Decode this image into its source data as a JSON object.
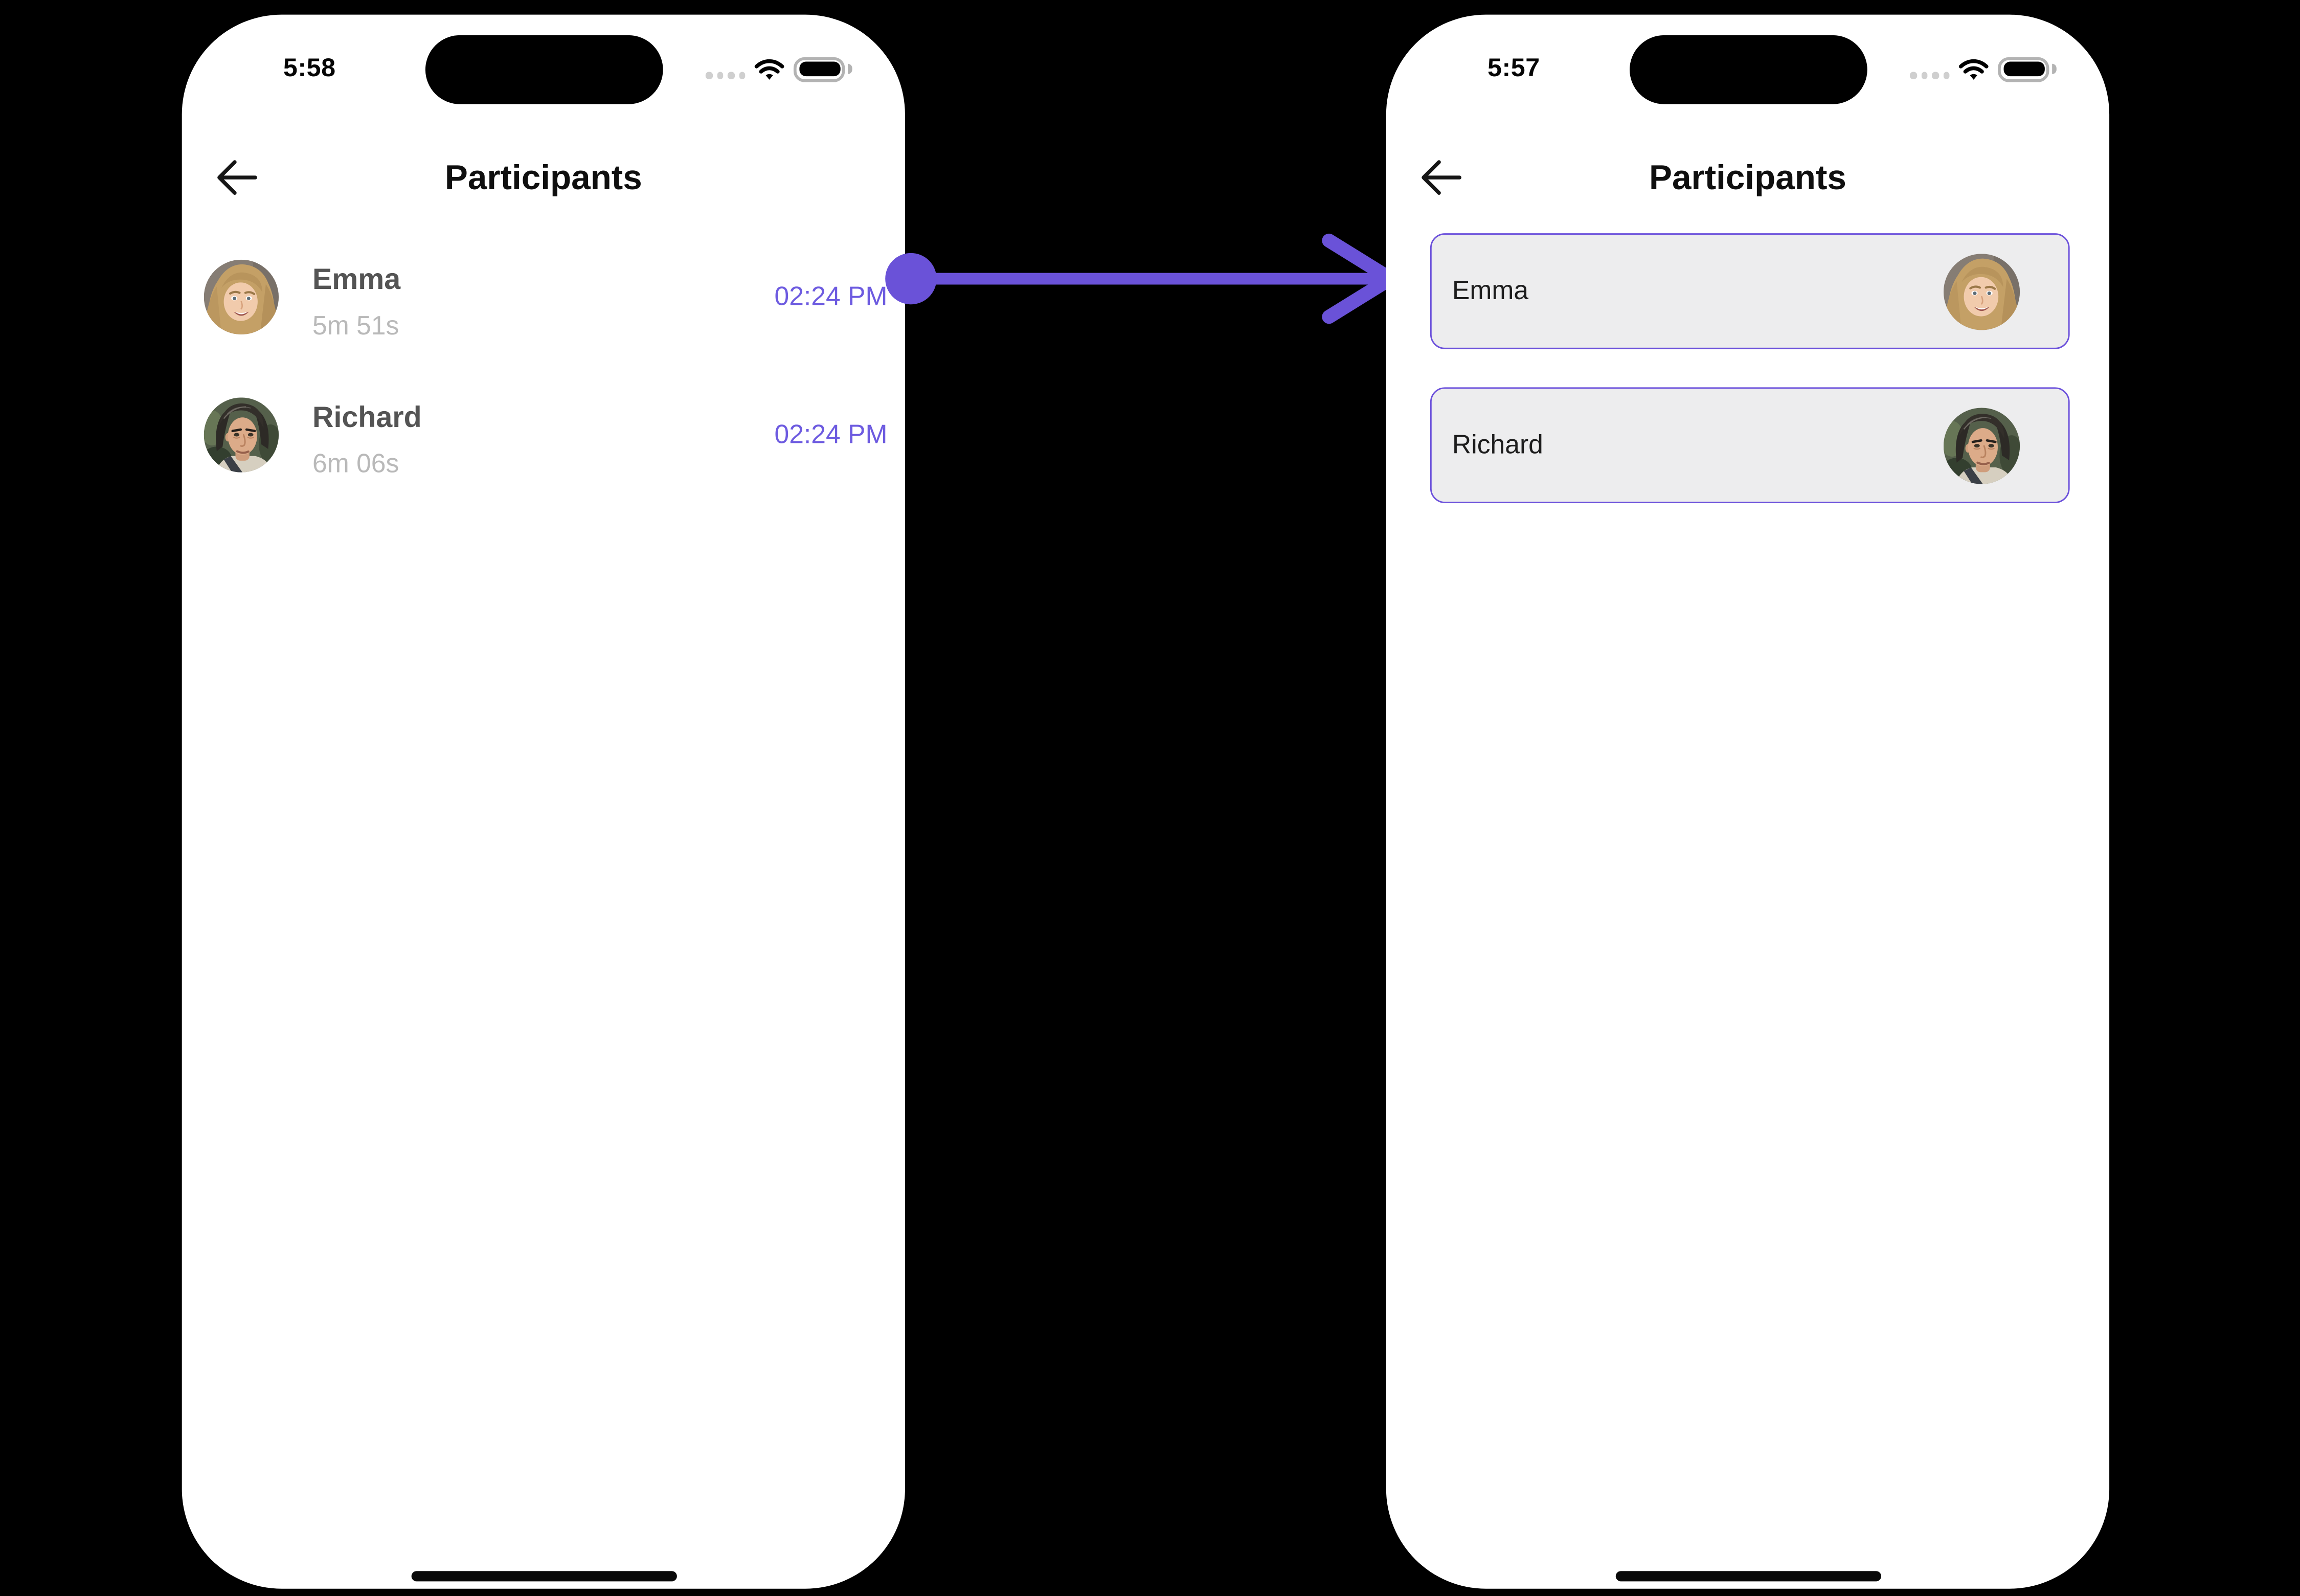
{
  "colors": {
    "accent_arrow": "#6A52D8",
    "accent_time_text": "#6D5BE0",
    "accent_card_border": "#6B50DB",
    "card_background": "#EDEDEE",
    "phone_background": "#FFFFFF",
    "canvas_background": "#000000"
  },
  "icons": {
    "back": "arrow-left-icon",
    "signal": "cellular-signal-dots-icon",
    "wifi": "wifi-icon",
    "battery": "battery-full-icon"
  },
  "left_phone": {
    "status": {
      "time": "5:58"
    },
    "header": {
      "title": "Participants"
    },
    "participants": [
      {
        "name": "Emma",
        "duration": "5m 51s",
        "time": "02:24 PM"
      },
      {
        "name": "Richard",
        "duration": "6m 06s",
        "time": "02:24 PM"
      }
    ]
  },
  "right_phone": {
    "status": {
      "time": "5:57"
    },
    "header": {
      "title": "Participants"
    },
    "participants": [
      {
        "name": "Emma"
      },
      {
        "name": "Richard"
      }
    ]
  }
}
